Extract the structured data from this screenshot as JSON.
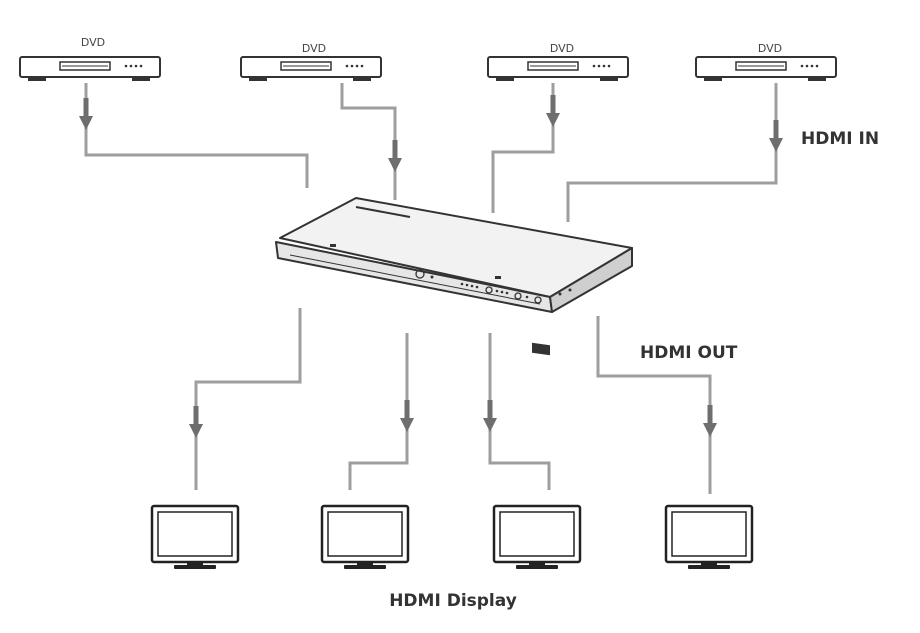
{
  "sources": [
    {
      "label": "DVD",
      "icon": "dvd-player-icon"
    },
    {
      "label": "DVD",
      "icon": "dvd-player-icon"
    },
    {
      "label": "DVD",
      "icon": "dvd-player-icon"
    },
    {
      "label": "DVD",
      "icon": "dvd-player-icon"
    }
  ],
  "labels": {
    "hdmi_in": "HDMI IN",
    "hdmi_out": "HDMI OUT",
    "hdmi_display": "HDMI Display"
  },
  "device": {
    "icon": "hdmi-matrix-switch-icon"
  },
  "displays": [
    {
      "icon": "monitor-icon"
    },
    {
      "icon": "monitor-icon"
    },
    {
      "icon": "monitor-icon"
    },
    {
      "icon": "monitor-icon"
    }
  ],
  "colors": {
    "cable": "#9e9e9e",
    "arrow": "#6e6e6e",
    "outline": "#333333"
  }
}
